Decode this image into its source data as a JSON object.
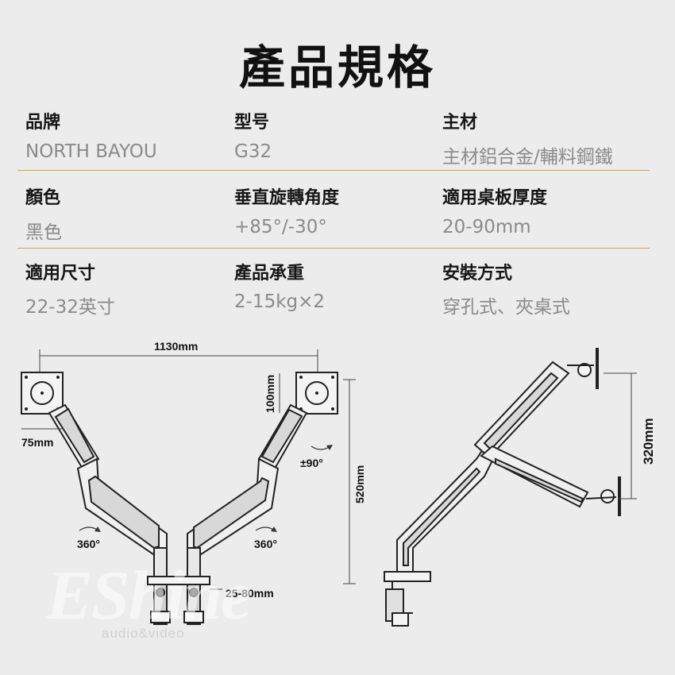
{
  "title": "產品規格",
  "specs": [
    {
      "label": "品牌",
      "value": "NORTH BAYOU"
    },
    {
      "label": "型号",
      "value": "G32"
    },
    {
      "label": "主材",
      "value": "主材鋁合金/輔料鋼鐵"
    },
    {
      "label": "顏色",
      "value": "黑色"
    },
    {
      "label": "垂直旋轉角度",
      "value": "+85°/-30°"
    },
    {
      "label": "適用桌板厚度",
      "value": "20-90mm"
    },
    {
      "label": "適用尺寸",
      "value": "22-32英寸"
    },
    {
      "label": "產品承重",
      "value": "2-15kg×2"
    },
    {
      "label": "安裝方式",
      "value": "穿孔式、夾桌式"
    }
  ],
  "dimensions": {
    "width": "1130mm",
    "vesa": "100mm",
    "vesa_small": "75mm",
    "tilt": "±90°",
    "height": "520mm",
    "rotate_left": "360°",
    "rotate_right": "360°",
    "clamp": "25-80mm",
    "side_height": "320mm"
  },
  "watermark": {
    "main": "EShine",
    "sub": "audio&video"
  }
}
